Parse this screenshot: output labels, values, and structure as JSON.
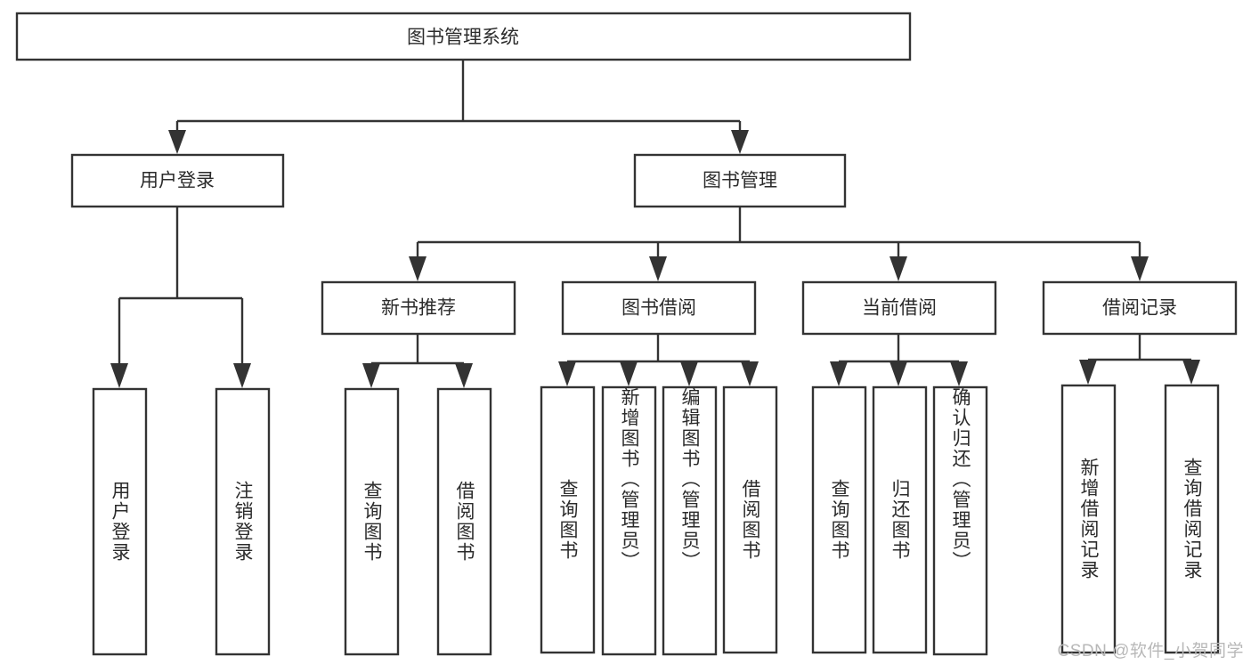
{
  "diagram": {
    "type": "tree-hierarchy",
    "title": "图书管理系统",
    "orientation": "top-down",
    "colors": {
      "box_stroke": "#333333",
      "box_fill": "#ffffff",
      "connector": "#333333",
      "text": "#2b2b2b",
      "watermark": "#b8b8b8",
      "background": "#ffffff"
    },
    "root": {
      "label": "图书管理系统"
    },
    "level2": [
      {
        "label": "用户登录"
      },
      {
        "label": "图书管理"
      }
    ],
    "level3": [
      {
        "label": "新书推荐"
      },
      {
        "label": "图书借阅"
      },
      {
        "label": "当前借阅"
      },
      {
        "label": "借阅记录"
      }
    ],
    "leaves": {
      "user_login": [
        {
          "label": "用户登录"
        },
        {
          "label": "注销登录"
        }
      ],
      "new_book_recommend": [
        {
          "label": "查询图书"
        },
        {
          "label": "借阅图书"
        }
      ],
      "book_borrow": [
        {
          "label": "查询图书"
        },
        {
          "label": "新增图书（管理员）"
        },
        {
          "label": "编辑图书（管理员）"
        },
        {
          "label": "借阅图书"
        }
      ],
      "current_borrow": [
        {
          "label": "查询图书"
        },
        {
          "label": "归还图书"
        },
        {
          "label": "确认归还（管理员）"
        }
      ],
      "borrow_record": [
        {
          "label": "新增借阅记录"
        },
        {
          "label": "查询借阅记录"
        }
      ]
    }
  },
  "watermark": {
    "text": "CSDN @软件_小贺同学"
  }
}
